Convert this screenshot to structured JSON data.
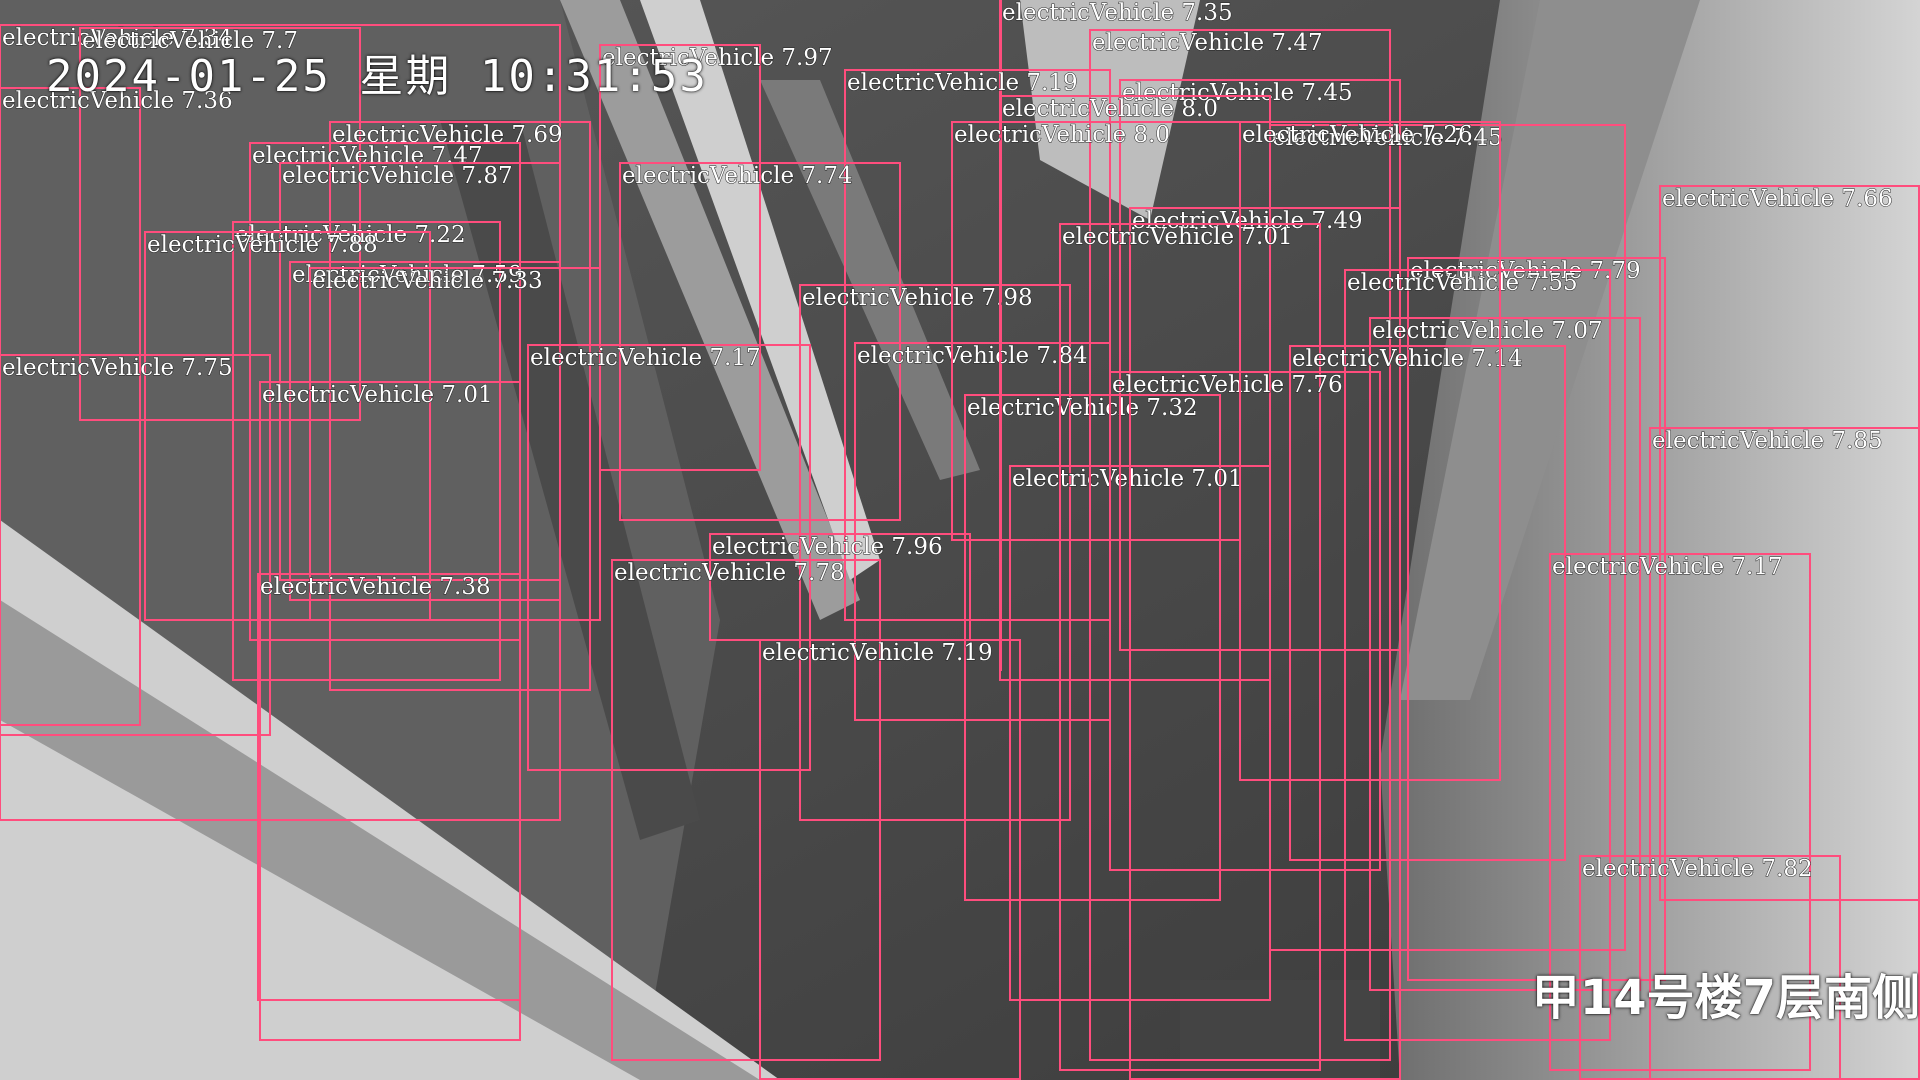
{
  "osd": {
    "timestamp": "2024-01-25",
    "weekday": "星期",
    "time": "10:31:53",
    "camera_label": "甲14号楼7层南侧"
  },
  "detections": {
    "class_name": "electricVehicle",
    "box_color": "#ff4d7d",
    "items": [
      {
        "score": "7.35"
      },
      {
        "score": "7.34"
      },
      {
        "score": "7.7"
      },
      {
        "score": "7.97"
      },
      {
        "score": "7.19"
      },
      {
        "score": "7.36"
      },
      {
        "score": "7.69"
      },
      {
        "score": "7.47"
      },
      {
        "score": "7.87"
      },
      {
        "score": "7.74"
      },
      {
        "score": "7.22"
      },
      {
        "score": "7.88"
      },
      {
        "score": "7.59"
      },
      {
        "score": "7.33"
      },
      {
        "score": "7.98"
      },
      {
        "score": "7.17"
      },
      {
        "score": "7.75"
      },
      {
        "score": "7.01"
      },
      {
        "score": "7.84"
      },
      {
        "score": "7.32"
      },
      {
        "score": "7.96"
      },
      {
        "score": "7.78"
      },
      {
        "score": "7.38"
      },
      {
        "score": "7.19"
      },
      {
        "score": "7.01"
      },
      {
        "score": "7.47"
      },
      {
        "score": "7.45"
      },
      {
        "score": "8.0"
      },
      {
        "score": "7.45"
      },
      {
        "score": "7.49"
      },
      {
        "score": "7.01"
      },
      {
        "score": "7.79"
      },
      {
        "score": "7.55"
      },
      {
        "score": "7.07"
      },
      {
        "score": "7.14"
      },
      {
        "score": "7.76"
      },
      {
        "score": "7.66"
      },
      {
        "score": "7.85"
      },
      {
        "score": "7.17"
      },
      {
        "score": "7.82"
      },
      {
        "score": "8.0"
      },
      {
        "score": "7.26"
      }
    ]
  }
}
